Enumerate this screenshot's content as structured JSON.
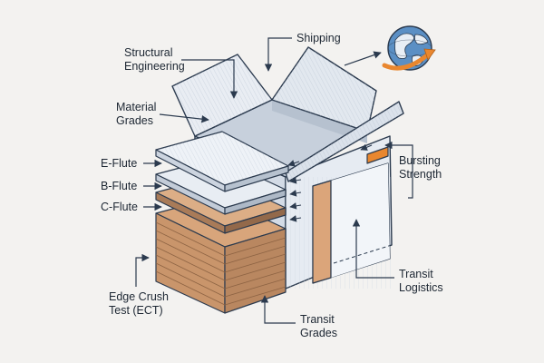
{
  "labels": {
    "structural_engineering": [
      "Structural",
      "Engineering"
    ],
    "shipping": "Shipping",
    "material_grades": [
      "Material",
      "Grades"
    ],
    "e_flute": "E-Flute",
    "b_flute": "B-Flute",
    "c_flute": "C-Flute",
    "bursting_strength": [
      "Bursting",
      "Strength"
    ],
    "transit_logistics": [
      "Transit",
      "Logistics"
    ],
    "edge_crush_test": [
      "Edge Crush",
      "Test (ECT)"
    ],
    "transit_grades": [
      "Transit",
      "Grades"
    ]
  },
  "icons": {
    "globe": "globe-icon",
    "shipping_arrow": "orange-arrow-icon"
  },
  "colors": {
    "outline": "#2b3a4e",
    "board_light": "#e9edf3",
    "board_mid": "#d5dde8",
    "board_shadow": "#c4ceda",
    "kraft": "#d9a77c",
    "kraft_dark": "#b98760",
    "orange_accent": "#e9872f",
    "globe_blue": "#5b8fc4",
    "globe_land": "#e8eef5"
  }
}
